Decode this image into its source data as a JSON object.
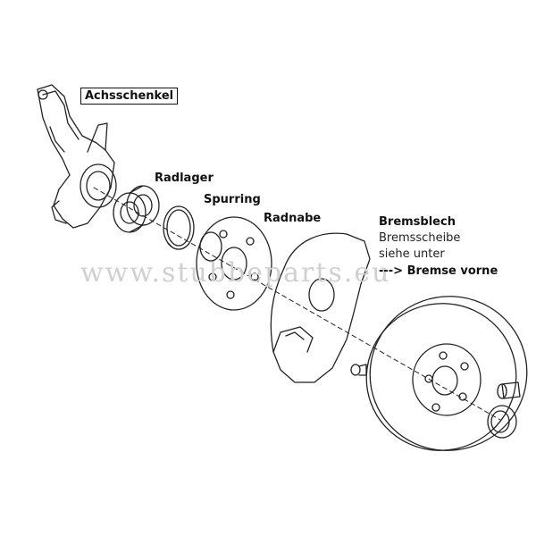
{
  "labels": {
    "achsschenkel": "Achsschenkel",
    "radlager": "Radlager",
    "spurring": "Spurring",
    "radnabe": "Radnabe",
    "bremsblech": "Bremsblech",
    "bremsscheibe": "Bremsscheibe",
    "siehe_unter": "siehe unter",
    "bremse_vorne": "---> Bremse vorne"
  },
  "watermark": "www.stubbeparts.eu",
  "colors": {
    "line": "#222222",
    "paper": "#ffffff",
    "watermark": "#d0d0d0"
  }
}
